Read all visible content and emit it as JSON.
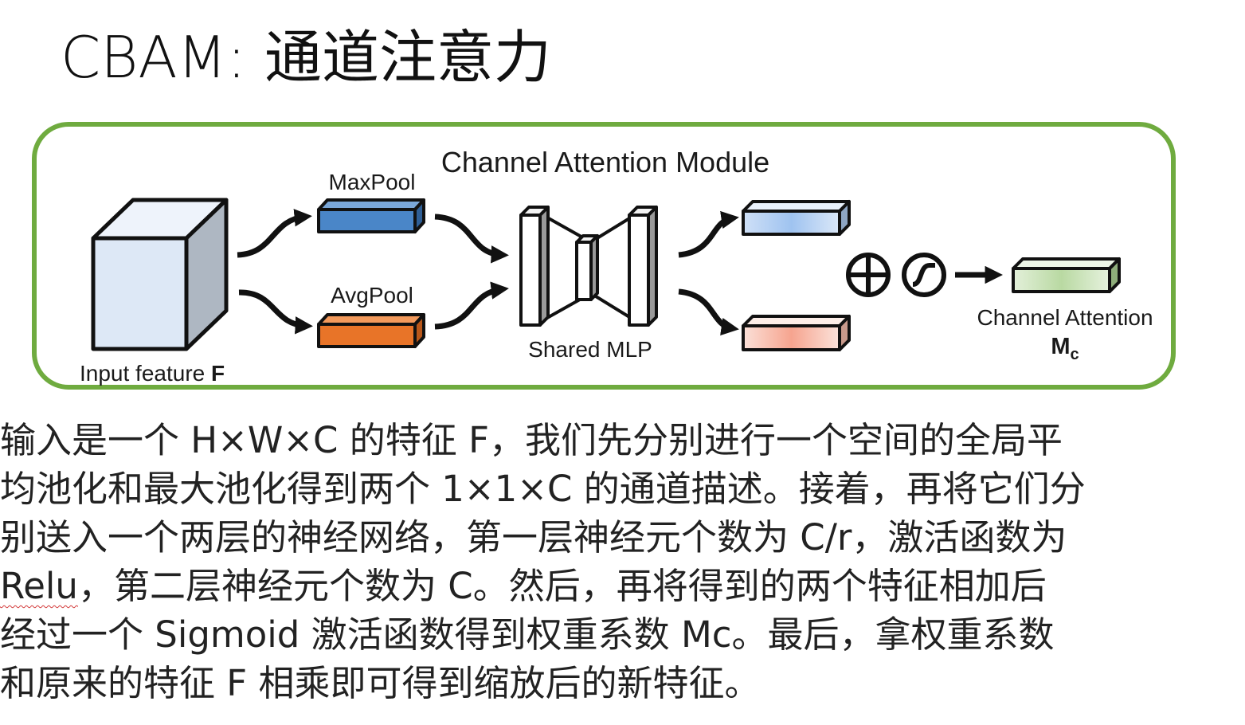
{
  "title": "CBAM: 通道注意力",
  "module_title": "Channel Attention Module",
  "labels": {
    "input": "Input feature ",
    "input_symbol": "F",
    "maxpool": "MaxPool",
    "avgpool": "AvgPool",
    "mlp": "Shared MLP",
    "output": "Channel Attention",
    "output_symbol": "M",
    "output_subscript": "c"
  },
  "icons": [
    "cube-icon",
    "curved-arrow-icon",
    "elementwise-sum-icon",
    "sigmoid-icon",
    "right-arrow-icon"
  ],
  "colors": {
    "frame_border": "#6fab3f",
    "cube_face": "#dde8f6",
    "maxpool_bar": "#4a86c8",
    "avgpool_bar": "#e87428",
    "output_bar": "#b9d9a2"
  },
  "paragraph": {
    "lines": [
      "输入是一个 H×W×C 的特征 F，我们先分别进行一个空间的全局平",
      "均池化和最大池化得到两个 1×1×C 的通道描述。接着，再将它们分",
      "别送入一个两层的神经网络，第一层神经元个数为 C/r，激活函数为",
      "Relu",
      "，第二层神经元个数为 C。然后，再将得到的两个特征相加后",
      "经过一个 Sigmoid 激活函数得到权重系数 Mc。最后，拿权重系数",
      "和原来的特征 F 相乘即可得到缩放后的新特征。"
    ]
  }
}
